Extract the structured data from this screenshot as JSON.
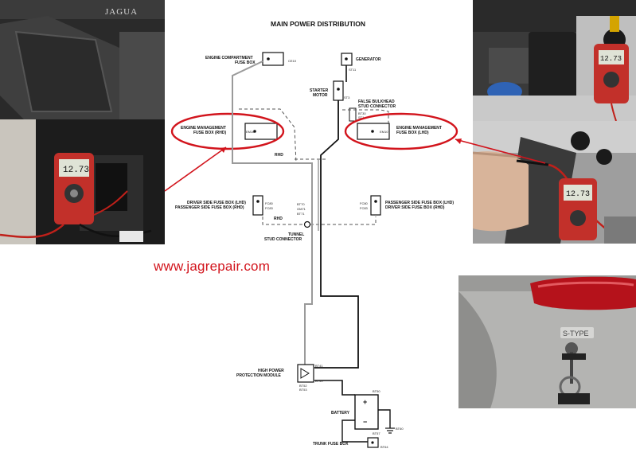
{
  "title": "MAIN POWER DISTRIBUTION",
  "website": "www.jagrepair.com",
  "colors": {
    "highlight_red": "#d2141c",
    "line_dark": "#111111",
    "line_light": "#9a9a9a"
  },
  "components": {
    "engine_compartment_fuse_box": {
      "line1": "ENGINE COMPARTMENT",
      "line2": "FUSE BOX",
      "code": "CE10"
    },
    "generator": {
      "label": "GENERATOR",
      "code": "ST11"
    },
    "starter_motor": {
      "line1": "STARTER",
      "line2": "MOTOR",
      "code": "ST3"
    },
    "false_bulkhead": {
      "line1": "FALSE BULKHEAD",
      "line2": "STUD CONNECTOR",
      "code1": "BT30",
      "code2": "ST1"
    },
    "em_fuse_rhd": {
      "line1": "ENGINE MANAGEMENT",
      "line2": "FUSE BOX (RHD)",
      "code": "EM10"
    },
    "em_fuse_lhd": {
      "line1": "ENGINE MANAGEMENT",
      "line2": "FUSE BOX (LHD)",
      "code": "EM10"
    },
    "rhd_label_top": "RHD",
    "rhd_label_mid": "RHD",
    "driver_side_fuse_box": {
      "line1": "DRIVER SIDE FUSE BOX (LHD)",
      "line2": "PASSENGER SIDE FUSE BOX (RHD)",
      "code1": "FC80",
      "code2": "FC83"
    },
    "passenger_side_fuse_box": {
      "line1": "PASSENGER SIDE FUSE BOX (LHD)",
      "line2": "DRIVER SIDE FUSE BOX (RHD)",
      "code1": "FC80",
      "code2": "FC83"
    },
    "tunnel_stud": {
      "line1": "TUNNEL",
      "line2": "STUD CONNECTOR",
      "code1": "BT70",
      "code2": "GM71",
      "code3": "BT71"
    },
    "high_power_module": {
      "line1": "HIGH POWER",
      "line2": "PROTECTION MODULE",
      "code1": "BT41",
      "code2": "BT40",
      "code3": "BT52",
      "code4": "BT53"
    },
    "battery": {
      "label": "BATTERY",
      "plus": "+",
      "minus": "−",
      "code1": "BT50",
      "code2": "BT57",
      "code3": "BT60"
    },
    "trunk_fuse_box": {
      "label": "TRUNK FUSE BOX",
      "code": "BT64"
    }
  },
  "photos": {
    "top_left": {
      "badge_text": "JAGUA",
      "meter_reading": "12.73"
    },
    "top_right_meter": {
      "meter_reading": "12.73"
    },
    "middle_right": {
      "meter_reading": "12.73"
    },
    "rear": {
      "badge_text": "S-TYPE"
    }
  }
}
